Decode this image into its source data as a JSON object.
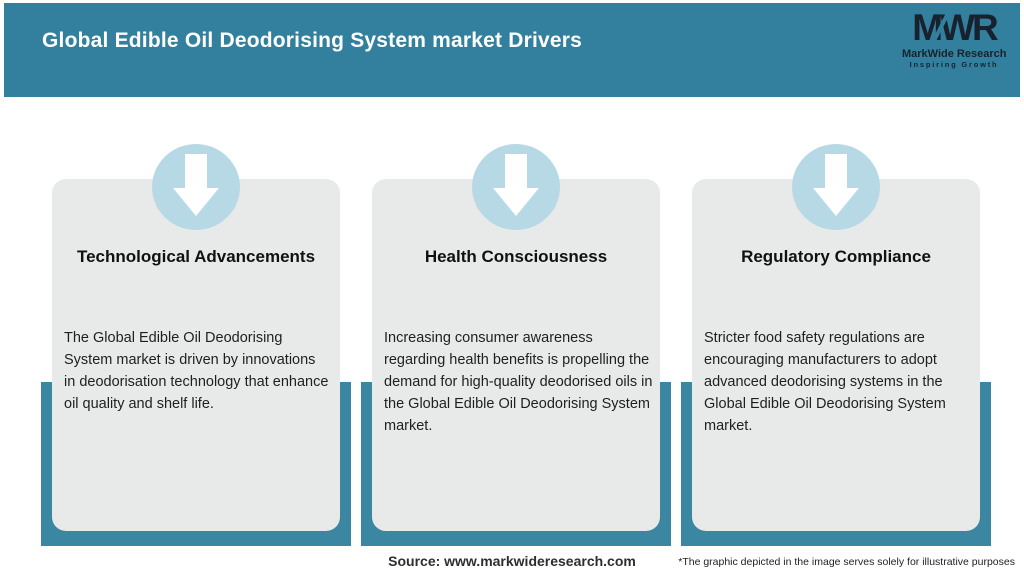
{
  "header": {
    "title": "Global Edible Oil Deodorising System market Drivers"
  },
  "logo": {
    "monogram": "MWR",
    "name": "MarkWide Research",
    "tagline": "Inspiring Growth"
  },
  "cards": [
    {
      "title": "Technological Advancements",
      "body": "The Global Edible Oil Deodorising\nSystem market is driven by innovations\nin deodorisation technology that enhance\noil quality and shelf life."
    },
    {
      "title": "Health Consciousness",
      "body": "Increasing consumer awareness\nregarding health benefits is propelling the\ndemand for high-quality deodorised oils in\nthe Global Edible Oil Deodorising System\nmarket."
    },
    {
      "title": "Regulatory Compliance",
      "body": "Stricter food safety regulations are\nencouraging manufacturers to adopt\nadvanced deodorising systems in the\nGlobal Edible Oil Deodorising System\nmarket."
    }
  ],
  "footer": {
    "source": "Source: www.markwideresearch.com",
    "disclaimer": "*The graphic depicted in the image serves solely for illustrative purposes"
  },
  "colors": {
    "header_teal": "#33809e",
    "sleeve_teal": "#3b87a2",
    "card_gray": "#e8eaea",
    "circle_blue": "#b7d9e5",
    "logo_dark": "#17222e"
  }
}
